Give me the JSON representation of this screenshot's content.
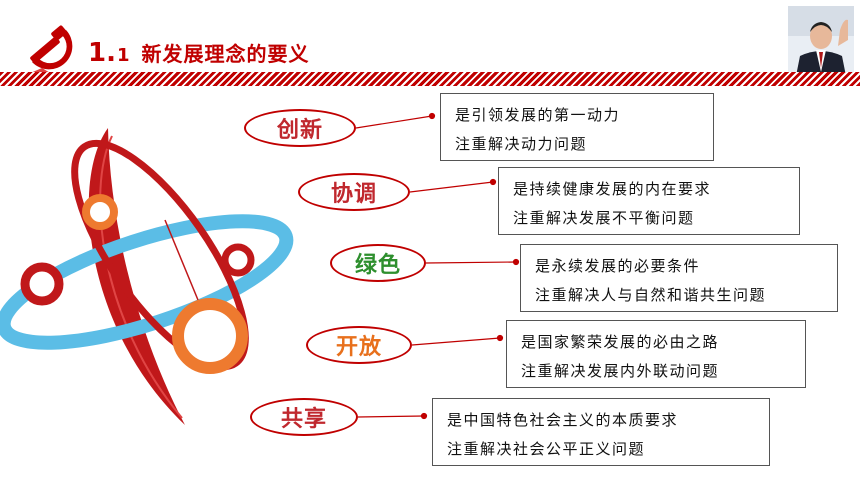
{
  "header": {
    "number": "1.",
    "sub_number": "1",
    "title": "新发展理念的要义"
  },
  "colors": {
    "accent_red": "#c00000",
    "label_red": "#c0282e",
    "label_green": "#2e8f2e",
    "label_orange": "#e8701c",
    "ring_orange": "#ee7a2f",
    "orbit_blue": "#5bbde6"
  },
  "icons": {
    "emblem": "hammer-sickle-icon",
    "portrait": "portrait-photo"
  },
  "concepts": [
    {
      "label": "创新",
      "line1": "是引领发展的第一动力",
      "line2": "注重解决动力问题"
    },
    {
      "label": "协调",
      "line1": "是持续健康发展的内在要求",
      "line2": "注重解决发展不平衡问题"
    },
    {
      "label": "绿色",
      "line1": "是永续发展的必要条件",
      "line2": "注重解决人与自然和谐共生问题"
    },
    {
      "label": "开放",
      "line1": "是国家繁荣发展的必由之路",
      "line2": "注重解决发展内外联动问题"
    },
    {
      "label": "共享",
      "line1": "是中国特色社会主义的本质要求",
      "line2": "注重解决社会公平正义问题"
    }
  ]
}
